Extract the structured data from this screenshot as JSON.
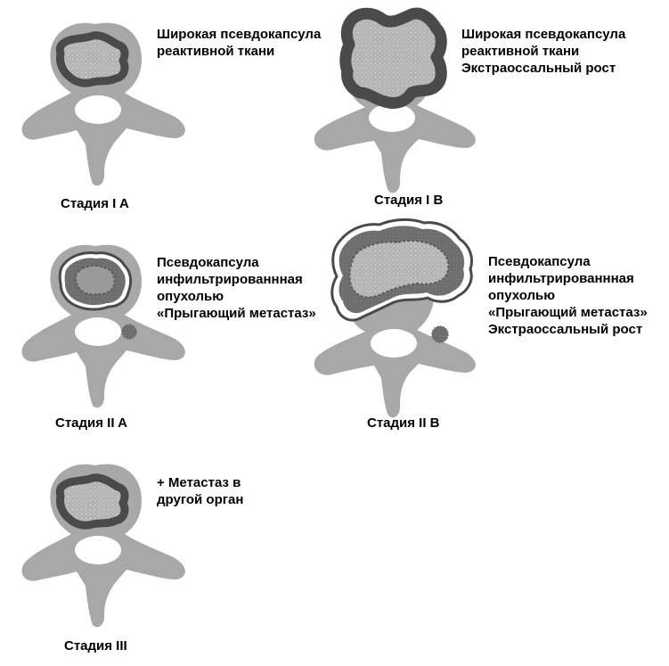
{
  "colors": {
    "bone": "#a8a8a8",
    "tumor_fill": "#b4b4b4",
    "tumor_rim": "#4a4a4a",
    "canal": "#ffffff",
    "text": "#000000"
  },
  "stages": [
    {
      "label": "Стадия I A",
      "description": [
        "Широкая псевдокапсула",
        "реактивной ткани"
      ]
    },
    {
      "label": "Стадия I B",
      "description": [
        "Широкая псевдокапсула",
        "реактивной ткани",
        "Экстраоссальный рост"
      ]
    },
    {
      "label": "Стадия II A",
      "description": [
        "Псевдокапсула",
        "инфильтрированнная",
        "опухолью",
        "«Прыгающий метастаз»"
      ]
    },
    {
      "label": "Стадия II B",
      "description": [
        "Псевдокапсула",
        "инфильтрированнная",
        "опухолью",
        "«Прыгающий метастаз»",
        "Экстраоссальный рост"
      ]
    },
    {
      "label": "Стадия III",
      "description": [
        "+ Метастаз в",
        "другой орган"
      ]
    }
  ]
}
